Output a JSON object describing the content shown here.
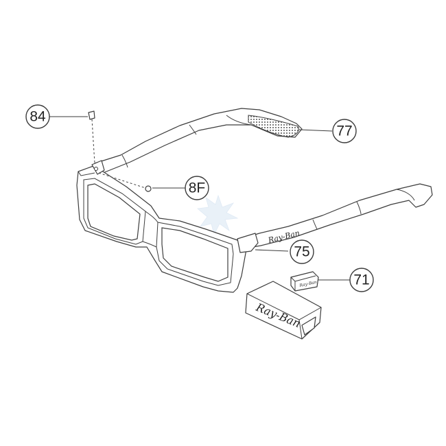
{
  "diagram": {
    "callouts": [
      {
        "id": "84",
        "label": "84"
      },
      {
        "id": "77",
        "label": "77"
      },
      {
        "id": "8F",
        "label": "8F"
      },
      {
        "id": "75",
        "label": "75"
      },
      {
        "id": "71",
        "label": "71"
      }
    ],
    "brand_temple": "Ray-Ban",
    "brand_case": "Ray-Ban",
    "watermark_color": "#cfe0f0",
    "line_color": "#3c3c3c"
  }
}
